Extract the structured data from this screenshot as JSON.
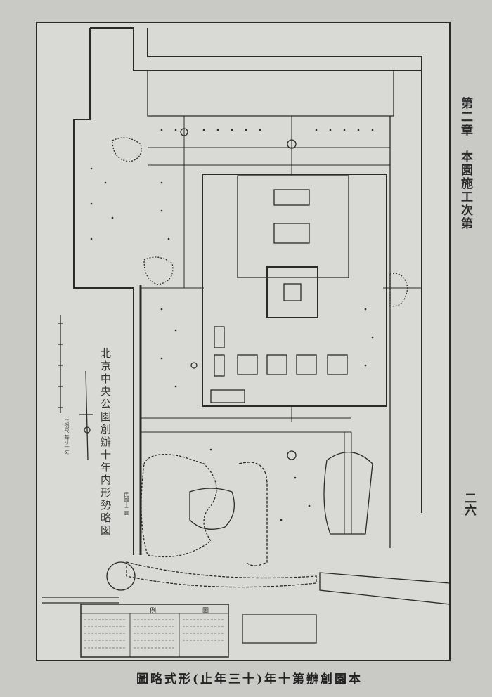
{
  "page": {
    "running_header": "第二章　本園施工次第",
    "page_number": "二六",
    "caption": "圖略式形(止年三十)年十第辦創園本"
  },
  "map": {
    "title": "北京中央公園創辦十年内形勢略図",
    "date_note": "民國十三年",
    "scale_note": "比例尺 每寸一丈",
    "legend_title": [
      "例",
      "圖"
    ],
    "colors": {
      "paper": "#c9c9c6",
      "map_bg": "#d9d9d5",
      "ink": "#2a2a2a"
    }
  }
}
